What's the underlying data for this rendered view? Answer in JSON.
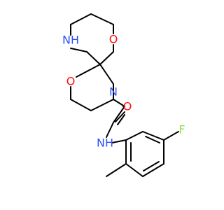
{
  "molecule": {
    "atoms": [
      {
        "id": "nh_ring",
        "label": "NH",
        "element": "N"
      },
      {
        "id": "o_top",
        "label": "O",
        "element": "O"
      },
      {
        "id": "o_ring",
        "label": "O",
        "element": "O"
      },
      {
        "id": "n_ring",
        "label": "N",
        "element": "N"
      },
      {
        "id": "o_carbonyl",
        "label": "O",
        "element": "O"
      },
      {
        "id": "nh_amide",
        "label": "NH",
        "element": "N"
      },
      {
        "id": "f",
        "label": "F",
        "element": "F"
      }
    ],
    "colors": {
      "bond": "#000000",
      "N": "#3050f8",
      "O": "#ff0d0d",
      "F": "#90e050"
    }
  }
}
